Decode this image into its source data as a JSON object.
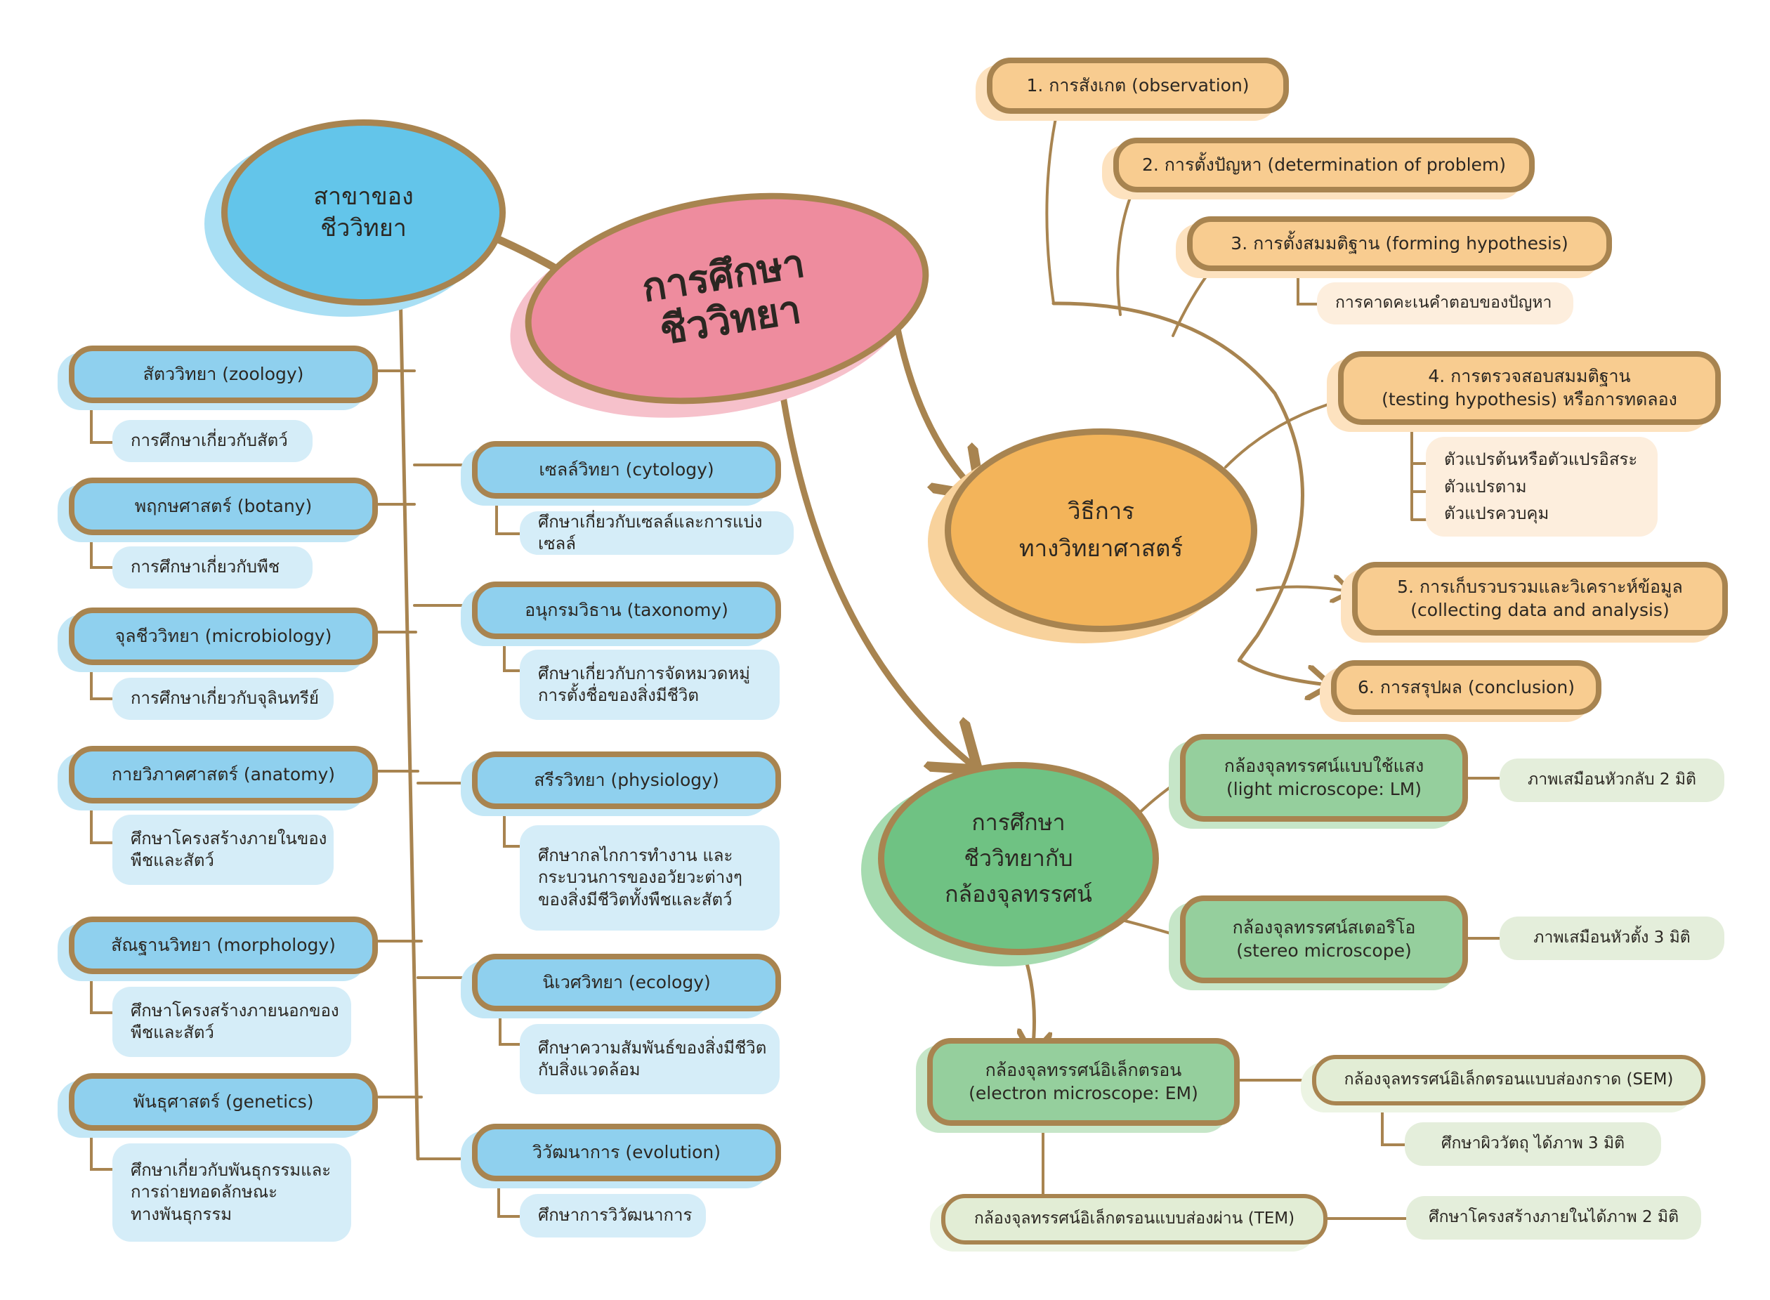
{
  "colors": {
    "outline": "#a88450",
    "center_pink": "#ee8c9e",
    "branch_blue": "#63c5ea",
    "method_orange": "#f3b45a",
    "microscope_green": "#6fc283"
  },
  "center": {
    "line1": "การศึกษา",
    "line2": "ชีววิทยา"
  },
  "branches": {
    "hub": {
      "line1": "สาขาของ",
      "line2": "ชีววิทยา"
    },
    "left": [
      {
        "title": "สัตววิทยา (zoology)",
        "desc": [
          "การศึกษาเกี่ยวกับสัตว์"
        ]
      },
      {
        "title": "พฤกษศาสตร์ (botany)",
        "desc": [
          "การศึกษาเกี่ยวกับพืช"
        ]
      },
      {
        "title": "จุลชีววิทยา (microbiology)",
        "desc": [
          "การศึกษาเกี่ยวกับจุลินทรีย์"
        ]
      },
      {
        "title": "กายวิภาคศาสตร์ (anatomy)",
        "desc": [
          "ศึกษาโครงสร้างภายในของ",
          "พืชและสัตว์"
        ]
      },
      {
        "title": "สัณฐานวิทยา (morphology)",
        "desc": [
          "ศึกษาโครงสร้างภายนอกของ",
          "พืชและสัตว์"
        ]
      },
      {
        "title": "พันธุศาสตร์ (genetics)",
        "desc": [
          "ศึกษาเกี่ยวกับพันธุกรรมและ",
          "การถ่ายทอดลักษณะ",
          "ทางพันธุกรรม"
        ]
      }
    ],
    "right": [
      {
        "title": "เซลล์วิทยา (cytology)",
        "desc": [
          "ศึกษาเกี่ยวกับเซลล์และการแบ่งเซลล์"
        ]
      },
      {
        "title": "อนุกรมวิธาน (taxonomy)",
        "desc": [
          "ศึกษาเกี่ยวกับการจัดหมวดหมู่",
          "การตั้งชื่อของสิ่งมีชีวิต"
        ]
      },
      {
        "title": "สรีรวิทยา (physiology)",
        "desc": [
          "ศึกษากลไกการทำงาน และ",
          "กระบวนการของอวัยวะต่างๆ",
          "ของสิ่งมีชีวิตทั้งพืชและสัตว์"
        ]
      },
      {
        "title": "นิเวศวิทยา (ecology)",
        "desc": [
          "ศึกษาความสัมพันธ์ของสิ่งมีชีวิต",
          "กับสิ่งแวดล้อม"
        ]
      },
      {
        "title": "วิวัฒนาการ (evolution)",
        "desc": [
          "ศึกษาการวิวัฒนาการ"
        ]
      }
    ]
  },
  "method": {
    "hub": {
      "line1": "วิธีการ",
      "line2": "ทางวิทยาศาสตร์"
    },
    "steps": [
      {
        "line1": "1. การสังเกต (observation)"
      },
      {
        "line1": "2. การตั้งปัญหา (determination of problem)"
      },
      {
        "line1": "3. การตั้งสมมติฐาน (forming hypothesis)"
      },
      {
        "line1": "4. การตรวจสอบสมมติฐาน",
        "line2": "(testing hypothesis) หรือการทดลอง"
      },
      {
        "line1": "5. การเก็บรวบรวมและวิเคราะห์ข้อมูล",
        "line2": "(collecting data and analysis)"
      },
      {
        "line1": "6. การสรุปผล (conclusion)"
      }
    ],
    "hypothesis_note": "การคาดคะเนคำตอบของปัญหา",
    "variables": [
      "ตัวแปรต้นหรือตัวแปรอิสระ",
      "ตัวแปรตาม",
      "ตัวแปรควบคุม"
    ]
  },
  "microscope": {
    "hub": {
      "line1": "การศึกษา",
      "line2": "ชีววิทยากับ",
      "line3": "กล้องจุลทรรศน์"
    },
    "light": {
      "line1": "กล้องจุลทรรศน์แบบใช้แสง",
      "line2": "(light microscope: LM)",
      "note": "ภาพเสมือนหัวกลับ 2 มิติ"
    },
    "stereo": {
      "line1": "กล้องจุลทรรศน์สเตอริโอ",
      "line2": "(stereo microscope)",
      "note": "ภาพเสมือนหัวตั้ง 3 มิติ"
    },
    "electron": {
      "line1": "กล้องจุลทรรศน์อิเล็กตรอน",
      "line2": "(electron microscope: EM)",
      "sem": "กล้องจุลทรรศน์อิเล็กตรอนแบบส่องกราด (SEM)",
      "sem_note": "ศึกษาผิววัตถุ ได้ภาพ 3 มิติ",
      "tem": "กล้องจุลทรรศน์อิเล็กตรอนแบบส่องผ่าน (TEM)",
      "tem_note": "ศึกษาโครงสร้างภายในได้ภาพ 2 มิติ"
    }
  }
}
